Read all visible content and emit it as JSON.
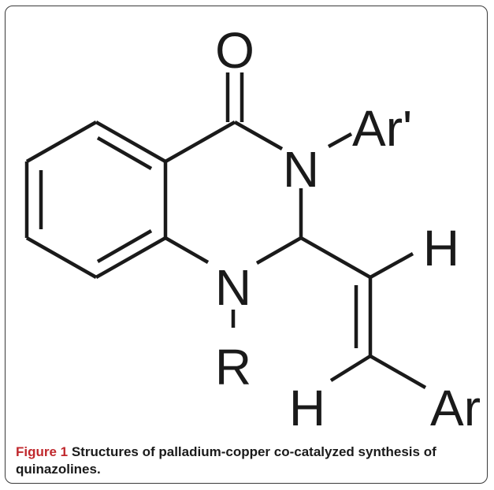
{
  "molecule": {
    "atoms": {
      "oxygen": "O",
      "nitrogen_3": "N",
      "nitrogen_1": "N",
      "aryl_prime": "Ar'",
      "r_group": "R",
      "vinyl_h_top": "H",
      "vinyl_h_bottom": "H",
      "aryl": "Ar"
    }
  },
  "caption": {
    "label": "Figure 1",
    "text": " Structures of palladium-copper co-catalyzed synthesis of quinazolines."
  }
}
